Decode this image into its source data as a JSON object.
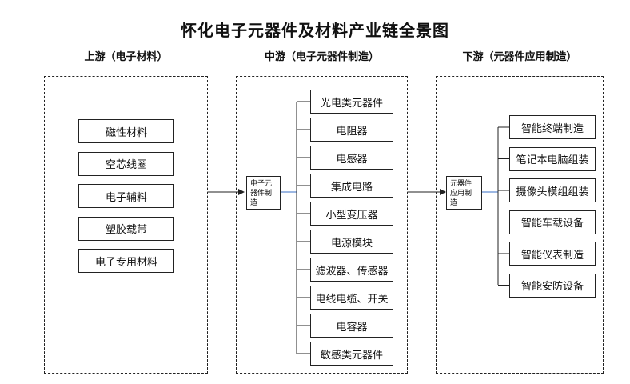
{
  "title": "怀化电子元器件及材料产业链全景图",
  "upstream": {
    "header": "上游（电子材料）",
    "items": [
      "磁性材料",
      "空芯线圈",
      "电子辅料",
      "塑胶载带",
      "电子专用材料"
    ]
  },
  "midstream": {
    "header": "中游（电子元器件制造）",
    "hub": "电子元器件制造",
    "items": [
      "光电类元器件",
      "电阻器",
      "电感器",
      "集成电路",
      "小型变压器",
      "电源模块",
      "滤波器、传感器",
      "电线电缆、开关",
      "电容器",
      "敏感类元器件"
    ]
  },
  "downstream": {
    "header": "下游（元器件应用制造）",
    "hub": "元器件应用制造",
    "items": [
      "智能终端制造",
      "笔记本电脑组装",
      "摄像头模组组装",
      "智能车载设备",
      "智能仪表制造",
      "智能安防设备"
    ]
  },
  "colors": {
    "line": "#222222",
    "hub_link": "#3a6fc4"
  }
}
